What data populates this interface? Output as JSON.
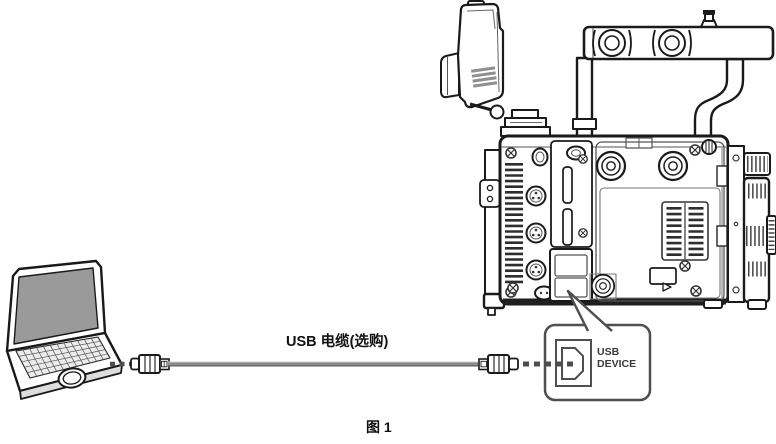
{
  "figure": {
    "cable_label": "USB 电缆(选购)",
    "caption": "图 1",
    "callout": {
      "line1": "USB",
      "line2": "DEVICE"
    }
  },
  "colors": {
    "line": "#1a1a1a",
    "callout_stroke": "#4f4f4f",
    "dash": "#4d4d4d",
    "cable": "#8a8a8a",
    "screen_gray": "#9a9a9a",
    "background": "#ffffff"
  }
}
